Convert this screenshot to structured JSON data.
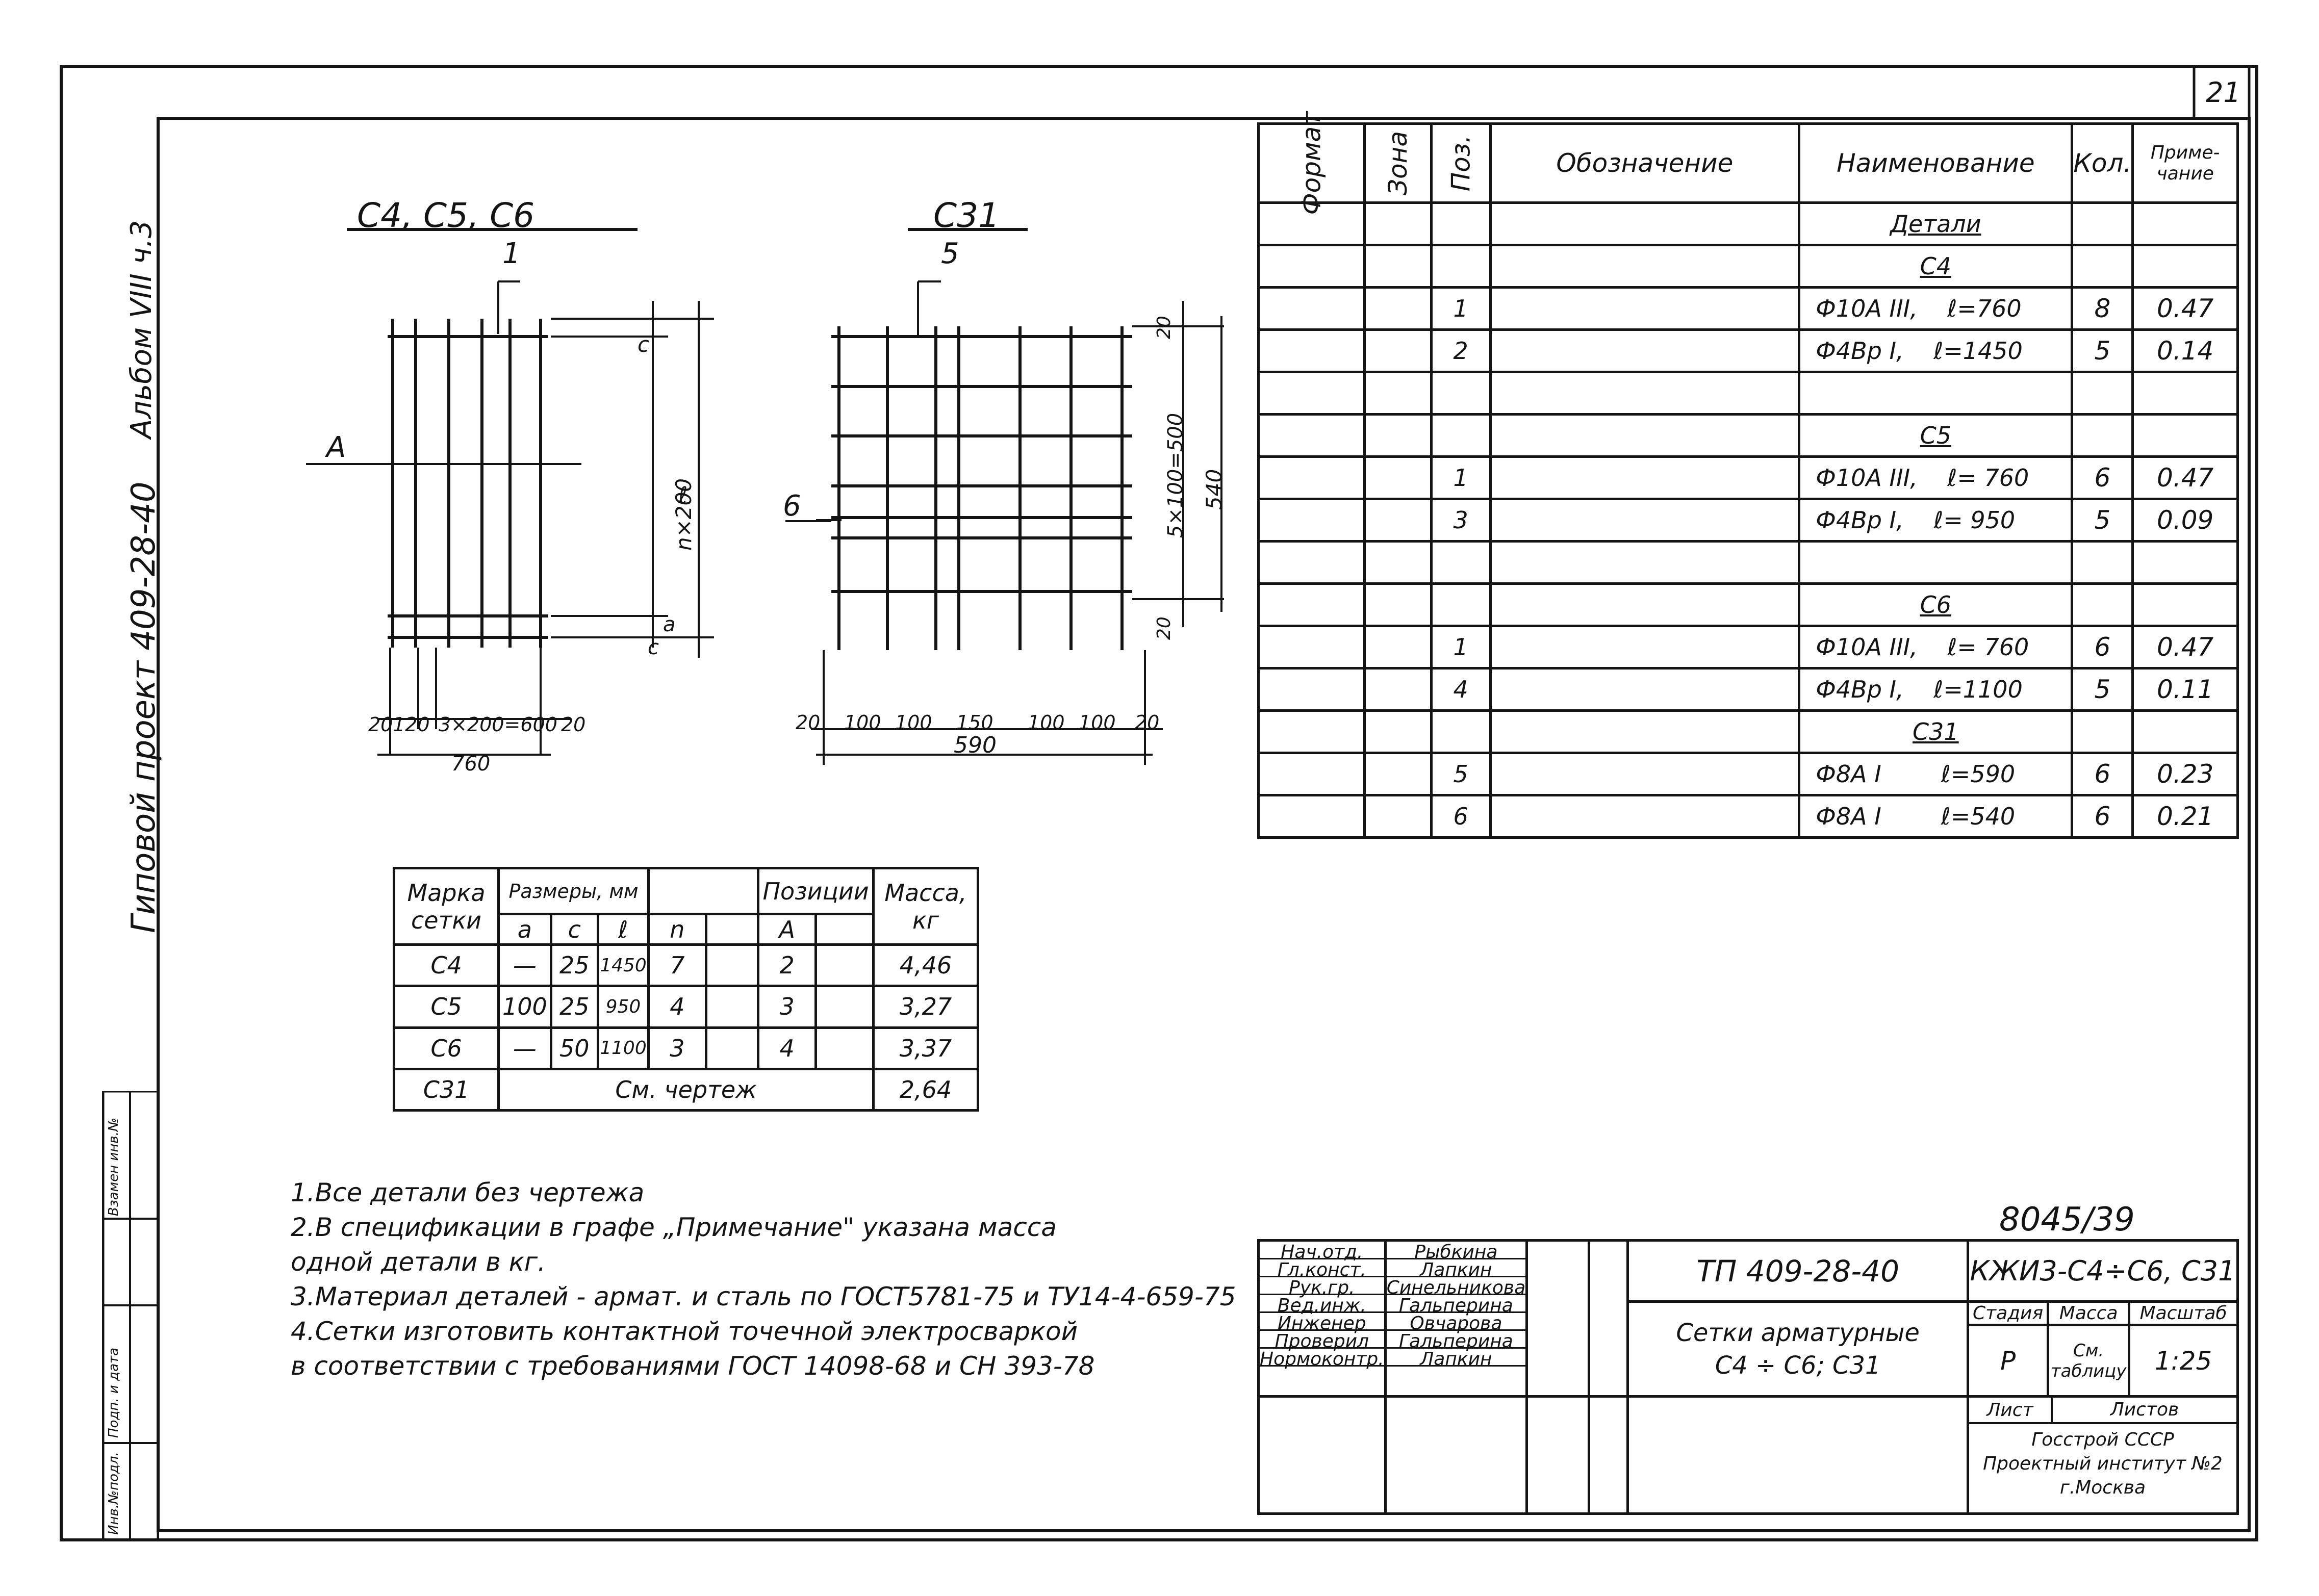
{
  "sheet": {
    "page_number": "21",
    "side_text_left": "Гиповой проект 409-28-40",
    "side_text_right": "Альбом VIII ч.3",
    "stamp_inv": "Инв.№подл.",
    "stamp_sign": "Подп. и дата",
    "stamp_replace": "Взамен инв.№",
    "doc_number": "8045/39"
  },
  "drawings": {
    "left_title": "С4, С5, С6",
    "left_callout": "1",
    "left_section": "A",
    "left_dim_c_top": "c",
    "left_dim_main": "n×200",
    "left_dim_length": "ℓ",
    "left_dim_c_bottom": "c",
    "left_dim_a": "a",
    "left_dims_bottom": [
      "20",
      "120",
      "3×200=600",
      "20"
    ],
    "left_total": "760",
    "right_title": "С31",
    "right_callout_top": "5",
    "right_callout_left": "6",
    "right_dim_top": "20",
    "right_dim_main": "5×100=500",
    "right_dim_total": "540",
    "right_dim_bottom": "20",
    "right_dims_bottom": [
      "20",
      "100",
      "100",
      "150",
      "100",
      "100",
      "20"
    ],
    "right_total": "590"
  },
  "spec": {
    "headers": {
      "format": "Формат",
      "zone": "Зона",
      "pos": "Поз.",
      "designation": "Обозначение",
      "name": "Наименование",
      "qty": "Кол.",
      "note": "Приме-чание"
    },
    "section_title": "Детали",
    "groups": [
      {
        "title": "С4",
        "rows": [
          {
            "pos": "1",
            "name": "Ф10А III,",
            "len": "ℓ=760",
            "qty": "8",
            "mass": "0.47"
          },
          {
            "pos": "2",
            "name": "Ф4Вр I,",
            "len": "ℓ=1450",
            "qty": "5",
            "mass": "0.14"
          }
        ]
      },
      {
        "title": "С5",
        "rows": [
          {
            "pos": "1",
            "name": "Ф10А III,",
            "len": "ℓ= 760",
            "qty": "6",
            "mass": "0.47"
          },
          {
            "pos": "3",
            "name": "Ф4Вр I,",
            "len": "ℓ= 950",
            "qty": "5",
            "mass": "0.09"
          }
        ]
      },
      {
        "title": "С6",
        "rows": [
          {
            "pos": "1",
            "name": "Ф10А III,",
            "len": "ℓ= 760",
            "qty": "6",
            "mass": "0.47"
          },
          {
            "pos": "4",
            "name": "Ф4Вр I,",
            "len": "ℓ=1100",
            "qty": "5",
            "mass": "0.11"
          }
        ]
      },
      {
        "title": "С31",
        "rows": [
          {
            "pos": "5",
            "name": "Ф8А I",
            "len": "ℓ=590",
            "qty": "6",
            "mass": "0.23"
          },
          {
            "pos": "6",
            "name": "Ф8А I",
            "len": "ℓ=540",
            "qty": "6",
            "mass": "0.21"
          }
        ]
      }
    ]
  },
  "marks_table": {
    "h_mark": "Марка сетки",
    "h_sizes": "Размеры, мм",
    "h_positions": "Позиции",
    "h_mass": "Масса, кг",
    "sub": [
      "a",
      "c",
      "ℓ",
      "n",
      "A"
    ],
    "rows": [
      {
        "mark": "С4",
        "a": "—",
        "c": "25",
        "l": "1450",
        "n": "7",
        "A": "2",
        "mass": "4,46"
      },
      {
        "mark": "С5",
        "a": "100",
        "c": "25",
        "l": "950",
        "n": "4",
        "A": "3",
        "mass": "3,27"
      },
      {
        "mark": "С6",
        "a": "—",
        "c": "50",
        "l": "1100",
        "n": "3",
        "A": "4",
        "mass": "3,37"
      }
    ],
    "last": {
      "mark": "С31",
      "ref": "См. чертеж",
      "mass": "2,64"
    }
  },
  "notes": [
    "1.Все детали без чертежа",
    "2.В спецификации в графе „Примечание\" указана масса",
    "одной детали в кг.",
    "3.Материал деталей - армат. и сталь по ГОСТ5781-75 и ТУ14-4-659-75",
    "4.Сетки изготовить контактной точечной электросваркой",
    "в соответствии с требованиями ГОСТ 14098-68 и СН 393-78"
  ],
  "title_block": {
    "project": "ТП 409-28-40",
    "code": "КЖИ3-С4÷С6, С31",
    "title_line1": "Сетки арматурные",
    "title_line2": "С4 ÷ С6; С31",
    "h_stage": "Стадия",
    "h_mass": "Масса",
    "h_scale": "Масштаб",
    "stage": "Р",
    "mass": "См. таблицу",
    "scale": "1:25",
    "h_sheet": "Лист",
    "h_sheets": "Листов",
    "org1": "Госстрой СССР",
    "org2": "Проектный институт №2",
    "org3": "г.Москва",
    "people": [
      {
        "role": "Нач.отд.",
        "name": "Рыбкина"
      },
      {
        "role": "Гл.конст.",
        "name": "Лапкин"
      },
      {
        "role": "Рук.гр.",
        "name": "Синельникова"
      },
      {
        "role": "Вед.инж.",
        "name": "Гальперина"
      },
      {
        "role": "Инженер",
        "name": "Овчарова"
      },
      {
        "role": "Проверил",
        "name": "Гальперина"
      },
      {
        "role": "Нормоконтр.",
        "name": "Лапкин"
      }
    ]
  }
}
